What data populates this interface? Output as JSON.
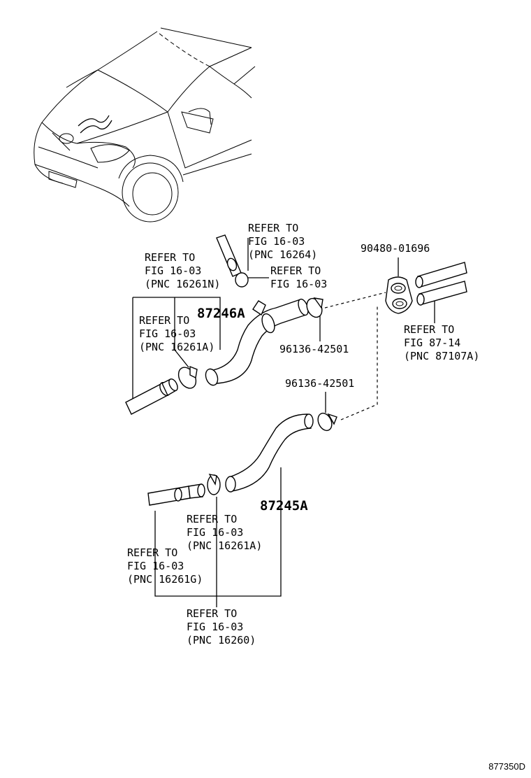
{
  "callouts": {
    "refer_16264": [
      "REFER TO",
      "FIG 16-03",
      "(PNC 16264)"
    ],
    "refer_16261N": [
      "REFER TO",
      "FIG 16-03",
      "(PNC 16261N)"
    ],
    "refer_mid_right": [
      "REFER TO",
      "FIG 16-03"
    ],
    "refer_16261A_upper": [
      "REFER TO",
      "FIG 16-03",
      "(PNC 16261A)"
    ],
    "refer_87107A": [
      "REFER TO",
      "FIG 87-14",
      "(PNC 87107A)"
    ],
    "refer_16261A_lower": [
      "REFER TO",
      "FIG 16-03",
      "(PNC 16261A)"
    ],
    "refer_16261G": [
      "REFER TO",
      "FIG 16-03",
      "(PNC 16261G)"
    ],
    "refer_16260": [
      "REFER TO",
      "FIG 16-03",
      "(PNC 16260)"
    ]
  },
  "part_numbers": {
    "grommet": "90480-01696",
    "clamp_upper": "96136-42501",
    "clamp_lower": "96136-42501",
    "hose_upper": "87246A",
    "hose_lower": "87245A"
  },
  "figure_code": "877350D"
}
